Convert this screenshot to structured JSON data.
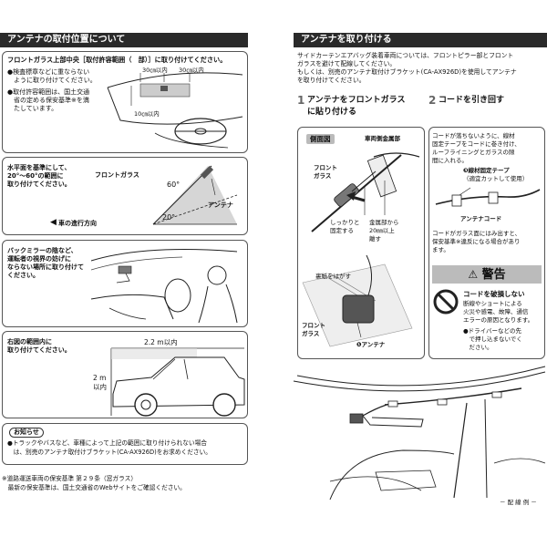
{
  "left": {
    "header": "アンテナの取付位置について",
    "box1": {
      "title": "フロントガラス上部中央［取付許容範囲（　部）］に取り付けてください。",
      "bullets": [
        [
          "●検査標章などに重ならない",
          "　ように取り付けてください。"
        ],
        [
          "●取付許容範囲は、国土交通",
          "　省の定める保安基準※を満",
          "　たしています。"
        ]
      ],
      "dim1": "30㎝以内",
      "dim2": "30㎝以内",
      "dim3": "10㎝以内"
    },
    "box2": {
      "text": [
        "水平面を基準にして、",
        "20°〜60°の範囲に",
        "取り付けてください。"
      ],
      "glass": "フロントガラス",
      "antenna": "アンテナ",
      "angle1": "60°",
      "angle2": "20°",
      "direction": "車の進行方向"
    },
    "box3": {
      "text": [
        "バックミラーの陰など、",
        "運転者の視界の妨げに",
        "ならない場所に取り付けて",
        "ください。"
      ]
    },
    "box4": {
      "text": [
        "右図の範囲内に",
        "取り付けてください。"
      ],
      "dim_w": "2.2 m以内",
      "dim_h": [
        "2 m",
        "以内"
      ]
    },
    "notice": {
      "title": "お知らせ",
      "lines": [
        "●トラックやバスなど、車種によって上記の範囲に取り付けられない場合",
        "　は、別売のアンテナ取付けブラケット(CA-AX926D)をお求めください。"
      ]
    },
    "footnote": [
      "※道路運送車両の保安基準 第２９条（窓ガラス）",
      "　最新の保安基準は、国土交通省のWebサイトをご確認ください。"
    ]
  },
  "right": {
    "header": "アンテナを取り付ける",
    "intro": [
      "サイドカーテンエアバッグ装着車両については、フロントピラー部とフロント",
      "ガラスを避けて配線してください。",
      "もしくは、別売のアンテナ取付けブラケット(CA-AX926D)を使用してアンテナ",
      "を取り付けてください。"
    ],
    "step1": {
      "num": "1",
      "title": [
        "アンテナをフロントガラス",
        "に貼り付ける"
      ]
    },
    "step2": {
      "num": "2",
      "title": "コードを引き回す"
    },
    "side_view": {
      "label": "側面図",
      "metal": "車両側金属部",
      "glass": [
        "フロント",
        "ガラス"
      ],
      "press": [
        "しっかりと",
        "固定する"
      ],
      "distance": [
        "金属部から",
        "20㎜以上",
        "離す"
      ],
      "peel": "裏紙をはがす",
      "glass2": [
        "フロント",
        "ガラス"
      ],
      "antenna": "❶アンテナ"
    },
    "step2_text": [
      "コードが落ちないように、線材",
      "固定テープをコードに巻き付け、",
      "ルーフライニングとガラスの隙",
      "間に入れる。"
    ],
    "tape_label": [
      "❸線材固定テープ",
      "（適宜カットして使用）"
    ],
    "antenna_cord": "アンテナコード",
    "step2_text2": [
      "コードがガラス面にはみ出すと、",
      "保安基準※違反になる場合があり",
      "ます。"
    ],
    "warning": {
      "title": "警告",
      "heading": "コードを破損しない",
      "lines": [
        "断線やショートによる",
        "火災や感電、故障、通信",
        "エラーの原因となります。"
      ],
      "bullet": [
        "●ドライバーなどの先",
        "　で押し込まないでく",
        "　ださい。"
      ]
    },
    "caption": "－ 配 線 例 －"
  }
}
